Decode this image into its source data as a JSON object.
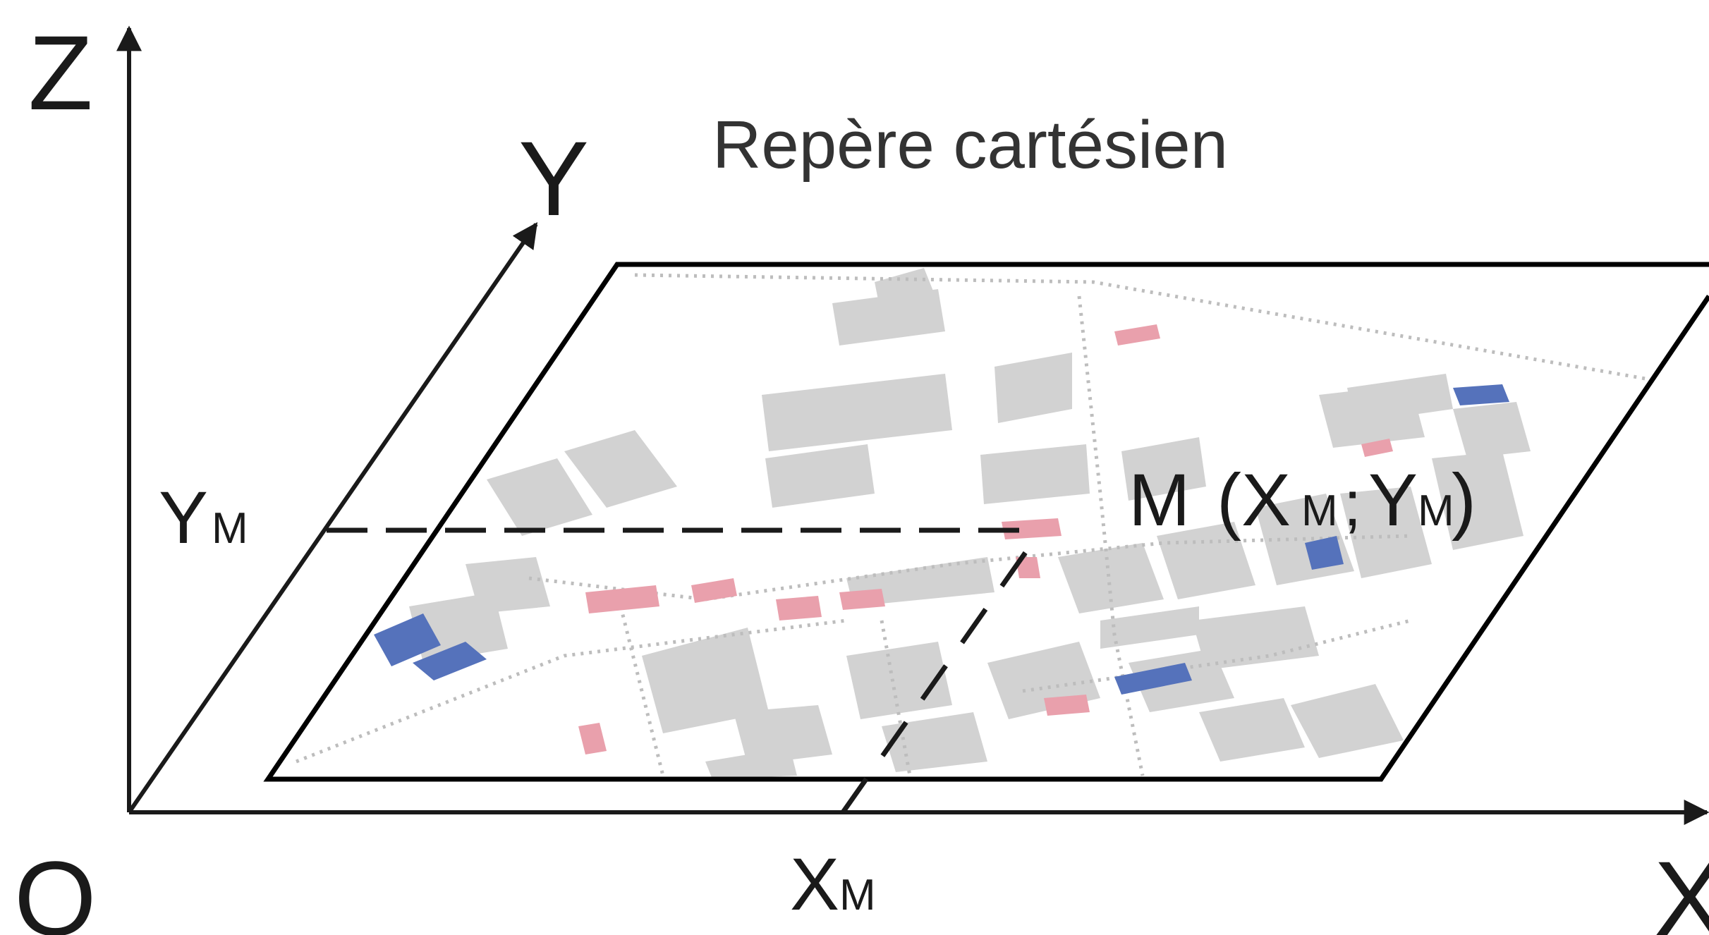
{
  "title": "Repère cartésien",
  "axes": {
    "z": "Z",
    "y": "Y",
    "x": "X",
    "origin": "O"
  },
  "point": {
    "name": "M",
    "label": "(X",
    "x_main": "X",
    "x_sub": "M",
    "y_main": "Y",
    "y_sub": "M",
    "separator": ";",
    "close": ")"
  },
  "colors": {
    "axis": "#1a1a1a",
    "plane_border": "#000000",
    "building": "#cfcfcf",
    "building_red": "#e8a2ad",
    "building_blue": "#4f6fb8",
    "title": "#333333"
  }
}
